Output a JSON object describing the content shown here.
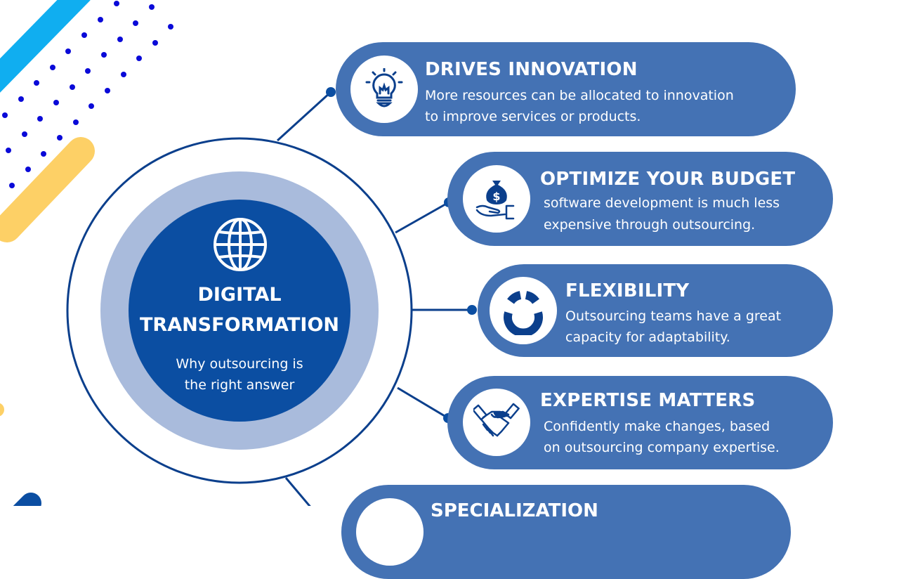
{
  "colors": {
    "pill_blue": "#4472b4",
    "center_dark": "#0b4ea2",
    "center_ring": "#a9bbdc",
    "line_navy": "#0b3f8c",
    "accent_cyan": "#10aef0",
    "accent_yellow": "#fdd066",
    "dots_blue": "#0a0ad8"
  },
  "center": {
    "icon": "globe-icon",
    "title_line1": "DIGITAL",
    "title_line2": "TRANSFORMATION",
    "subtitle_line1": "Why outsourcing is",
    "subtitle_line2": "the right answer"
  },
  "benefits": [
    {
      "icon": "lightbulb-icon",
      "title": "DRIVES INNOVATION",
      "desc_line1": "More resources can be allocated to innovation",
      "desc_line2": "to improve services or products."
    },
    {
      "icon": "money-bag-hand-icon",
      "title": "OPTIMIZE YOUR BUDGET",
      "desc_line1": "software development is much less",
      "desc_line2": "expensive through outsourcing."
    },
    {
      "icon": "circular-arrows-icon",
      "title": "FLEXIBILITY",
      "desc_line1": "Outsourcing teams have a great",
      "desc_line2": "capacity for adaptability."
    },
    {
      "icon": "handshake-icon",
      "title": "EXPERTISE MATTERS",
      "desc_line1": "Confidently make changes, based",
      "desc_line2": "on outsourcing company expertise."
    },
    {
      "icon": "partially-visible-icon",
      "title": "SPECIALIZATION"
    }
  ]
}
